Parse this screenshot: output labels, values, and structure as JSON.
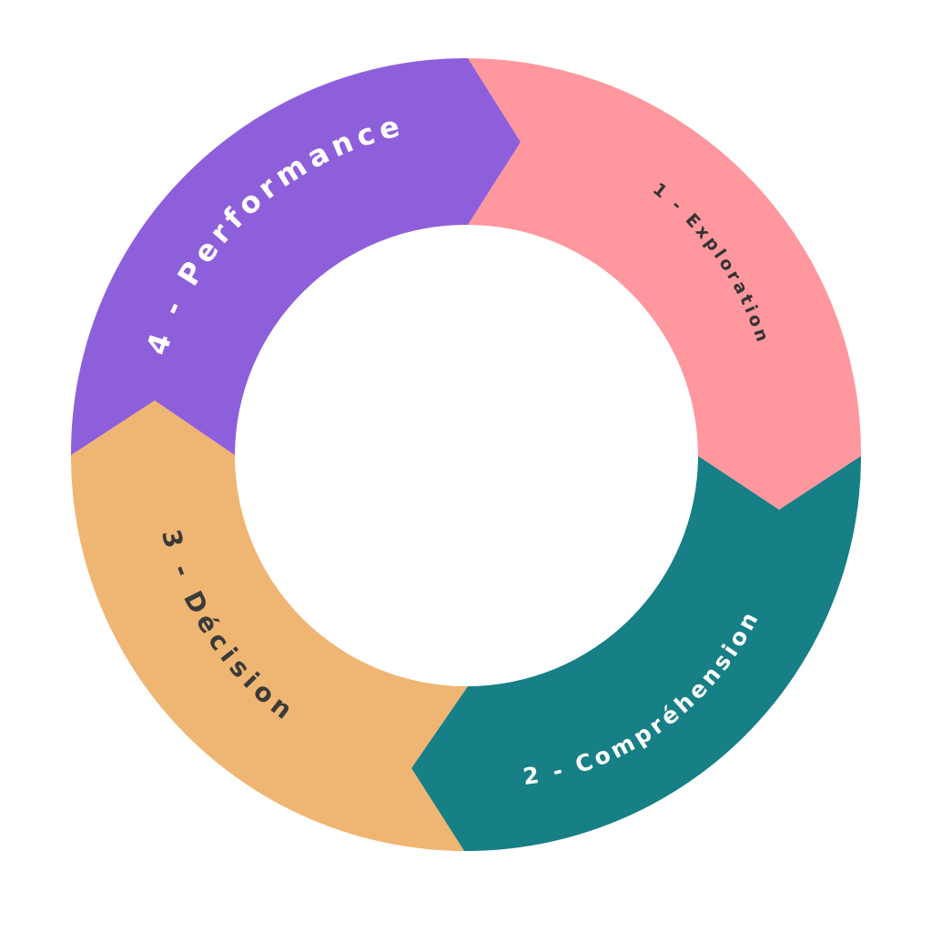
{
  "diagram": {
    "type": "cycle",
    "background_color": "#ffffff",
    "steps": [
      {
        "id": "exploration",
        "label": "1 - Exploration",
        "color": "#ff979f",
        "text_color": "#333333"
      },
      {
        "id": "comprehension",
        "label": "2 -   Compréhension",
        "color": "#177f86",
        "text_color": "#ffffff"
      },
      {
        "id": "decision",
        "label": "3 - Décision",
        "color": "#efb572",
        "text_color": "#3a3a3a"
      },
      {
        "id": "performance",
        "label": "4 - Performance",
        "color": "#8e5fdb",
        "text_color": "#ffffff"
      }
    ]
  }
}
